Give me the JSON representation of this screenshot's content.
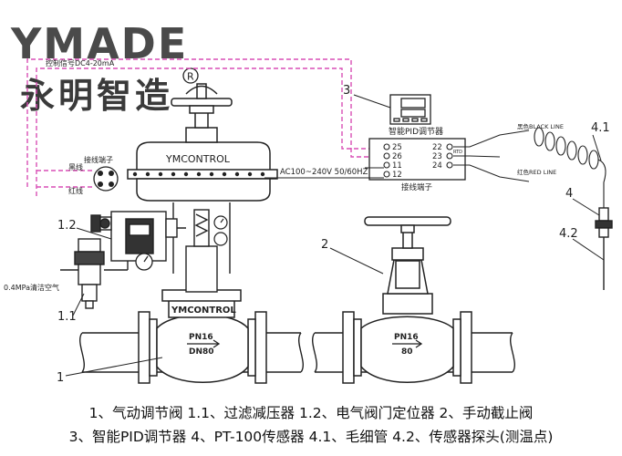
{
  "brand": {
    "logo_text": "YMADE",
    "chinese_name": "永明智造",
    "registered_mark": "R"
  },
  "labels": {
    "control_signal": "控制信号DC4-20mA",
    "terminal_block_left": "接线端子",
    "black_wire": "黑线",
    "red_wire": "红线",
    "air_supply": "0.4MPa清洁空气",
    "actuator_brand": "YMCONTROL",
    "body_brand": "YMCONTROL",
    "valve1_pn": "PN16",
    "valve1_dn": "DN80",
    "valve2_pn": "PN16",
    "valve2_dn": "80",
    "controller_title": "智能PID调节器",
    "controller_terminal_title": "接线端子",
    "power_supply": "AC100~240V 50/60HZ",
    "black_line": "黑色BLACK LINE",
    "red_line": "红色RED LINE",
    "rtd": "RTD",
    "terminals_left": [
      "25",
      "26",
      "11",
      "12"
    ],
    "terminals_right": [
      "22",
      "23",
      "24"
    ]
  },
  "callouts": {
    "c1": "1",
    "c1_1": "1.1",
    "c1_2": "1.2",
    "c2": "2",
    "c3": "3",
    "c4": "4",
    "c4_1": "4.1",
    "c4_2": "4.2"
  },
  "colors": {
    "line": "#222222",
    "pink_dash": "#d94fb5",
    "logo_gray": "#4a4a4a"
  },
  "captions": {
    "line1": "1、气动调节阀  1.1、过滤减压器  1.2、电气阀门定位器  2、手动截止阀",
    "line2": "3、智能PID调节器  4、PT-100传感器  4.1、毛细管  4.2、传感器探头(测温点)"
  }
}
